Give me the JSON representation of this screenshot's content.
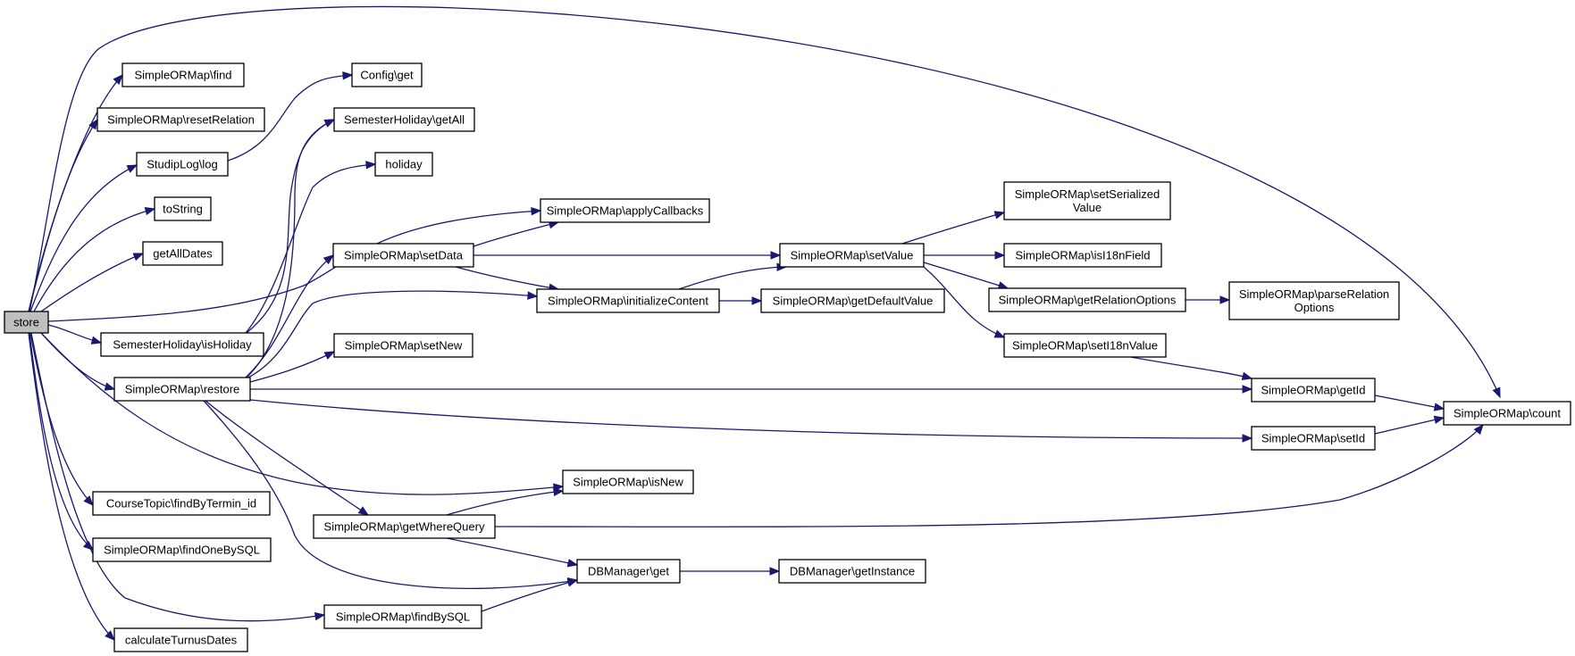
{
  "diagram": {
    "root": "store",
    "nodes": [
      {
        "id": "store",
        "label": "store"
      },
      {
        "id": "find",
        "label": "SimpleORMap\\find"
      },
      {
        "id": "resetRelation",
        "label": "SimpleORMap\\resetRelation"
      },
      {
        "id": "studipLog",
        "label": "StudipLog\\log"
      },
      {
        "id": "toString",
        "label": "toString"
      },
      {
        "id": "getAllDates",
        "label": "getAllDates"
      },
      {
        "id": "isHoliday",
        "label": "SemesterHoliday\\isHoliday"
      },
      {
        "id": "restore",
        "label": "SimpleORMap\\restore"
      },
      {
        "id": "findByTermin",
        "label": "CourseTopic\\findByTermin_id"
      },
      {
        "id": "findOneBySQL",
        "label": "SimpleORMap\\findOneBySQL"
      },
      {
        "id": "calculateTurnus",
        "label": "calculateTurnusDates"
      },
      {
        "id": "configGet",
        "label": "Config\\get"
      },
      {
        "id": "getAll",
        "label": "SemesterHoliday\\getAll"
      },
      {
        "id": "holiday",
        "label": "holiday"
      },
      {
        "id": "setData",
        "label": "SimpleORMap\\setData"
      },
      {
        "id": "setNew",
        "label": "SimpleORMap\\setNew"
      },
      {
        "id": "getWhereQuery",
        "label": "SimpleORMap\\getWhereQuery"
      },
      {
        "id": "findBySQL",
        "label": "SimpleORMap\\findBySQL"
      },
      {
        "id": "applyCallbacks",
        "label": "SimpleORMap\\applyCallbacks"
      },
      {
        "id": "initializeContent",
        "label": "SimpleORMap\\initializeContent"
      },
      {
        "id": "isNew",
        "label": "SimpleORMap\\isNew"
      },
      {
        "id": "dbGet",
        "label": "DBManager\\get"
      },
      {
        "id": "setValue",
        "label": "SimpleORMap\\setValue"
      },
      {
        "id": "getDefaultValue",
        "label": "SimpleORMap\\getDefaultValue"
      },
      {
        "id": "getInstance",
        "label": "DBManager\\getInstance"
      },
      {
        "id": "setSerializedValue",
        "label": "SimpleORMap\\setSerialized\nValue"
      },
      {
        "id": "isI18nField",
        "label": "SimpleORMap\\isI18nField"
      },
      {
        "id": "getRelationOptions",
        "label": "SimpleORMap\\getRelationOptions"
      },
      {
        "id": "setI18nValue",
        "label": "SimpleORMap\\setI18nValue"
      },
      {
        "id": "parseRelationOptions",
        "label": "SimpleORMap\\parseRelation\nOptions"
      },
      {
        "id": "getId",
        "label": "SimpleORMap\\getId"
      },
      {
        "id": "setId",
        "label": "SimpleORMap\\setId"
      },
      {
        "id": "count",
        "label": "SimpleORMap\\count"
      }
    ],
    "edges": [
      {
        "from": "store",
        "to": "count"
      },
      {
        "from": "store",
        "to": "find"
      },
      {
        "from": "store",
        "to": "resetRelation"
      },
      {
        "from": "store",
        "to": "studipLog"
      },
      {
        "from": "store",
        "to": "toString"
      },
      {
        "from": "store",
        "to": "getAllDates"
      },
      {
        "from": "store",
        "to": "applyCallbacks"
      },
      {
        "from": "store",
        "to": "isHoliday"
      },
      {
        "from": "store",
        "to": "restore"
      },
      {
        "from": "store",
        "to": "isNew"
      },
      {
        "from": "store",
        "to": "findByTermin"
      },
      {
        "from": "store",
        "to": "findOneBySQL"
      },
      {
        "from": "store",
        "to": "findBySQL"
      },
      {
        "from": "store",
        "to": "calculateTurnus"
      },
      {
        "from": "studipLog",
        "to": "configGet"
      },
      {
        "from": "isHoliday",
        "to": "getAll"
      },
      {
        "from": "isHoliday",
        "to": "holiday"
      },
      {
        "from": "restore",
        "to": "getAll"
      },
      {
        "from": "restore",
        "to": "setData"
      },
      {
        "from": "restore",
        "to": "initializeContent"
      },
      {
        "from": "restore",
        "to": "setNew"
      },
      {
        "from": "restore",
        "to": "getId"
      },
      {
        "from": "restore",
        "to": "setId"
      },
      {
        "from": "restore",
        "to": "getWhereQuery"
      },
      {
        "from": "restore",
        "to": "dbGet"
      },
      {
        "from": "setData",
        "to": "applyCallbacks"
      },
      {
        "from": "setData",
        "to": "setValue"
      },
      {
        "from": "setData",
        "to": "initializeContent"
      },
      {
        "from": "initializeContent",
        "to": "setValue"
      },
      {
        "from": "initializeContent",
        "to": "getDefaultValue"
      },
      {
        "from": "setValue",
        "to": "setSerializedValue"
      },
      {
        "from": "setValue",
        "to": "isI18nField"
      },
      {
        "from": "setValue",
        "to": "getRelationOptions"
      },
      {
        "from": "setValue",
        "to": "setI18nValue"
      },
      {
        "from": "getRelationOptions",
        "to": "parseRelationOptions"
      },
      {
        "from": "setI18nValue",
        "to": "getId"
      },
      {
        "from": "getId",
        "to": "count"
      },
      {
        "from": "setId",
        "to": "count"
      },
      {
        "from": "getWhereQuery",
        "to": "isNew"
      },
      {
        "from": "getWhereQuery",
        "to": "count"
      },
      {
        "from": "getWhereQuery",
        "to": "dbGet"
      },
      {
        "from": "findBySQL",
        "to": "dbGet"
      },
      {
        "from": "dbGet",
        "to": "getInstance"
      }
    ]
  },
  "colors": {
    "edge": "#191970",
    "node_border": "#000000",
    "node_fill": "#ffffff",
    "root_fill": "#bfbfbf",
    "background": "#ffffff"
  }
}
